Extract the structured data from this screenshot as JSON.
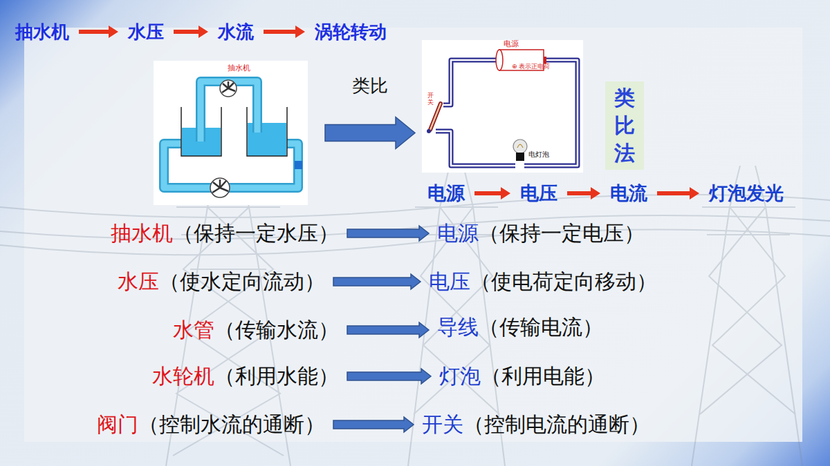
{
  "diagram": {
    "nodes": [
      {
        "text": [
          "抽水机"
        ]
      },
      {
        "text": [
          "水压"
        ]
      },
      {
        "text": [
          "水流"
        ]
      },
      {
        "text": [
          "涡轮转动"
        ]
      },
      {
        "text": [
          "抽水机"
        ]
      },
      {
        "text": [
          "电源",
          "⊕ 表示正电荷",
          "开关",
          "电灯泡"
        ]
      },
      {
        "text": [
          "类比法"
        ]
      },
      {
        "text": [
          "电源"
        ]
      },
      {
        "text": [
          "电压"
        ]
      },
      {
        "text": [
          "电流"
        ]
      },
      {
        "text": [
          "灯泡发光"
        ]
      },
      {
        "text": [
          "抽水机",
          "（保持一定水压）"
        ]
      },
      {
        "text": [
          "电源",
          "（保持一定电压）"
        ]
      },
      {
        "text": [
          "水压",
          "（使水定向流动）"
        ]
      },
      {
        "text": [
          "电压",
          "（使电荷定向移动）"
        ]
      },
      {
        "text": [
          "水管",
          "（传输水流）"
        ]
      },
      {
        "text": [
          "导线",
          "（传输电流）"
        ]
      },
      {
        "text": [
          "水轮机",
          "（利用水能）"
        ]
      },
      {
        "text": [
          "灯泡",
          "（利用电能）"
        ]
      },
      {
        "text": [
          "阀门",
          "（控制水流的通断）"
        ]
      },
      {
        "text": [
          "开关",
          "（控制电流的通断）"
        ]
      }
    ],
    "edges": [
      {
        "from": 0,
        "to": 1,
        "arrow": "to"
      },
      {
        "from": 1,
        "to": 2,
        "arrow": "to"
      },
      {
        "from": 2,
        "to": 3,
        "arrow": "to"
      },
      {
        "from": 4,
        "to": 5,
        "label": "类比",
        "arrow": "to"
      },
      {
        "from": 7,
        "to": 8,
        "arrow": "to"
      },
      {
        "from": 8,
        "to": 9,
        "arrow": "to"
      },
      {
        "from": 9,
        "to": 10,
        "arrow": "to"
      },
      {
        "from": 11,
        "to": 12,
        "arrow": "to"
      },
      {
        "from": 13,
        "to": 14,
        "arrow": "to"
      },
      {
        "from": 15,
        "to": 16,
        "arrow": "to"
      },
      {
        "from": 17,
        "to": 18,
        "arrow": "to"
      },
      {
        "from": 19,
        "to": 20,
        "arrow": "to"
      }
    ]
  }
}
